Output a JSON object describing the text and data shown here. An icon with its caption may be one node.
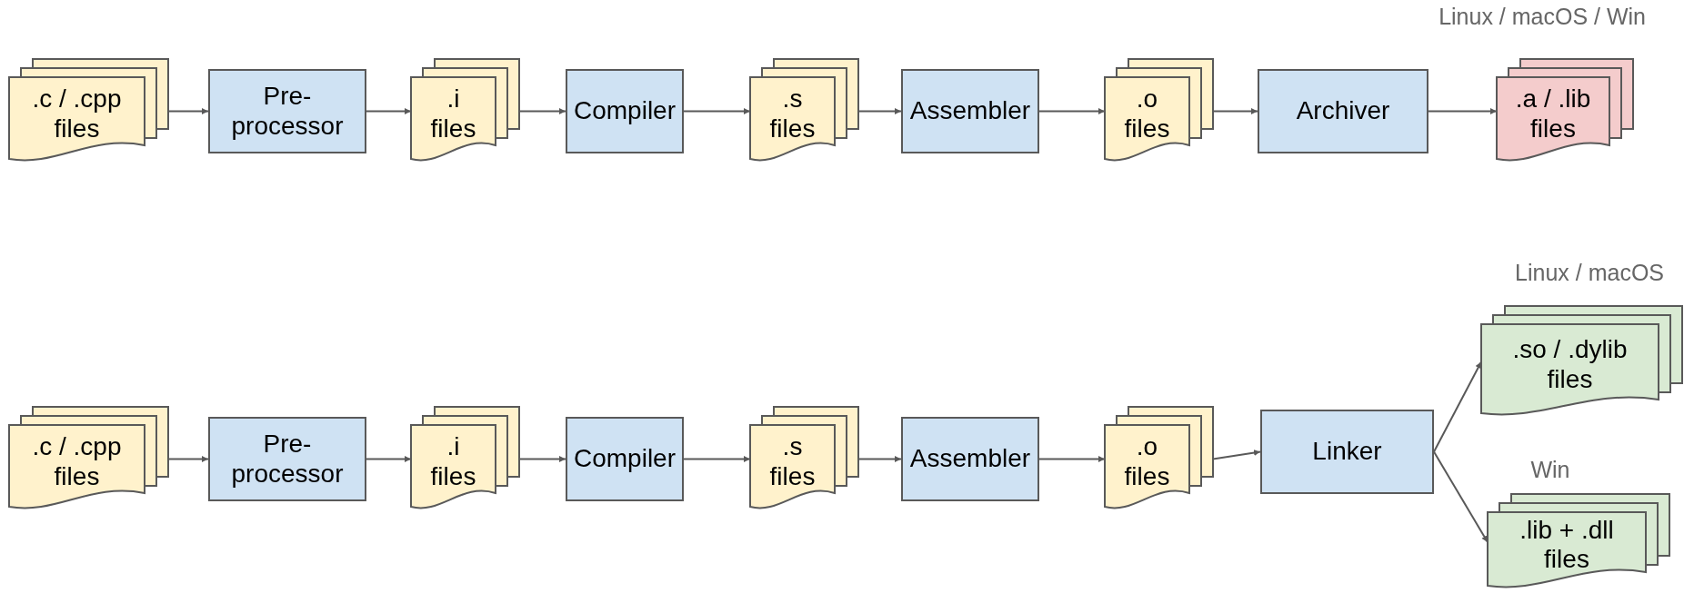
{
  "diagram": {
    "nodes": [
      {
        "text": [
          ".c / .cpp files"
        ]
      },
      {
        "text": [
          "Pre- processor"
        ]
      },
      {
        "text": [
          ".i files"
        ]
      },
      {
        "text": [
          "Compiler"
        ]
      },
      {
        "text": [
          ".s files"
        ]
      },
      {
        "text": [
          "Assembler"
        ]
      },
      {
        "text": [
          ".o files"
        ]
      },
      {
        "text": [
          "Archiver"
        ]
      },
      {
        "text": [
          ".a / .lib files"
        ],
        "beside": [
          "Linux / macOS / Win"
        ]
      },
      {
        "text": [
          ".c / .cpp files"
        ]
      },
      {
        "text": [
          "Pre- processor"
        ]
      },
      {
        "text": [
          ".i files"
        ]
      },
      {
        "text": [
          "Compiler"
        ]
      },
      {
        "text": [
          ".s files"
        ]
      },
      {
        "text": [
          "Assembler"
        ]
      },
      {
        "text": [
          ".o files"
        ]
      },
      {
        "text": [
          "Linker"
        ]
      },
      {
        "text": [
          ".so / .dylib files"
        ],
        "beside": [
          "Linux / macOS"
        ]
      },
      {
        "text": [
          ".lib + .dll files"
        ],
        "beside": [
          "Win"
        ]
      }
    ],
    "edges": [
      {
        "from": 0,
        "to": 1,
        "arrow": "to"
      },
      {
        "from": 1,
        "to": 2,
        "arrow": "to"
      },
      {
        "from": 2,
        "to": 3,
        "arrow": "to"
      },
      {
        "from": 3,
        "to": 4,
        "arrow": "to"
      },
      {
        "from": 4,
        "to": 5,
        "arrow": "to"
      },
      {
        "from": 5,
        "to": 6,
        "arrow": "to"
      },
      {
        "from": 6,
        "to": 7,
        "arrow": "to"
      },
      {
        "from": 7,
        "to": 8,
        "arrow": "to"
      },
      {
        "from": 9,
        "to": 10,
        "arrow": "to"
      },
      {
        "from": 10,
        "to": 11,
        "arrow": "to"
      },
      {
        "from": 11,
        "to": 12,
        "arrow": "to"
      },
      {
        "from": 12,
        "to": 13,
        "arrow": "to"
      },
      {
        "from": 13,
        "to": 14,
        "arrow": "to"
      },
      {
        "from": 14,
        "to": 15,
        "arrow": "to"
      },
      {
        "from": 15,
        "to": 16,
        "arrow": "to"
      },
      {
        "from": 16,
        "to": 17,
        "arrow": "to"
      },
      {
        "from": 16,
        "to": 18,
        "arrow": "to"
      }
    ]
  }
}
